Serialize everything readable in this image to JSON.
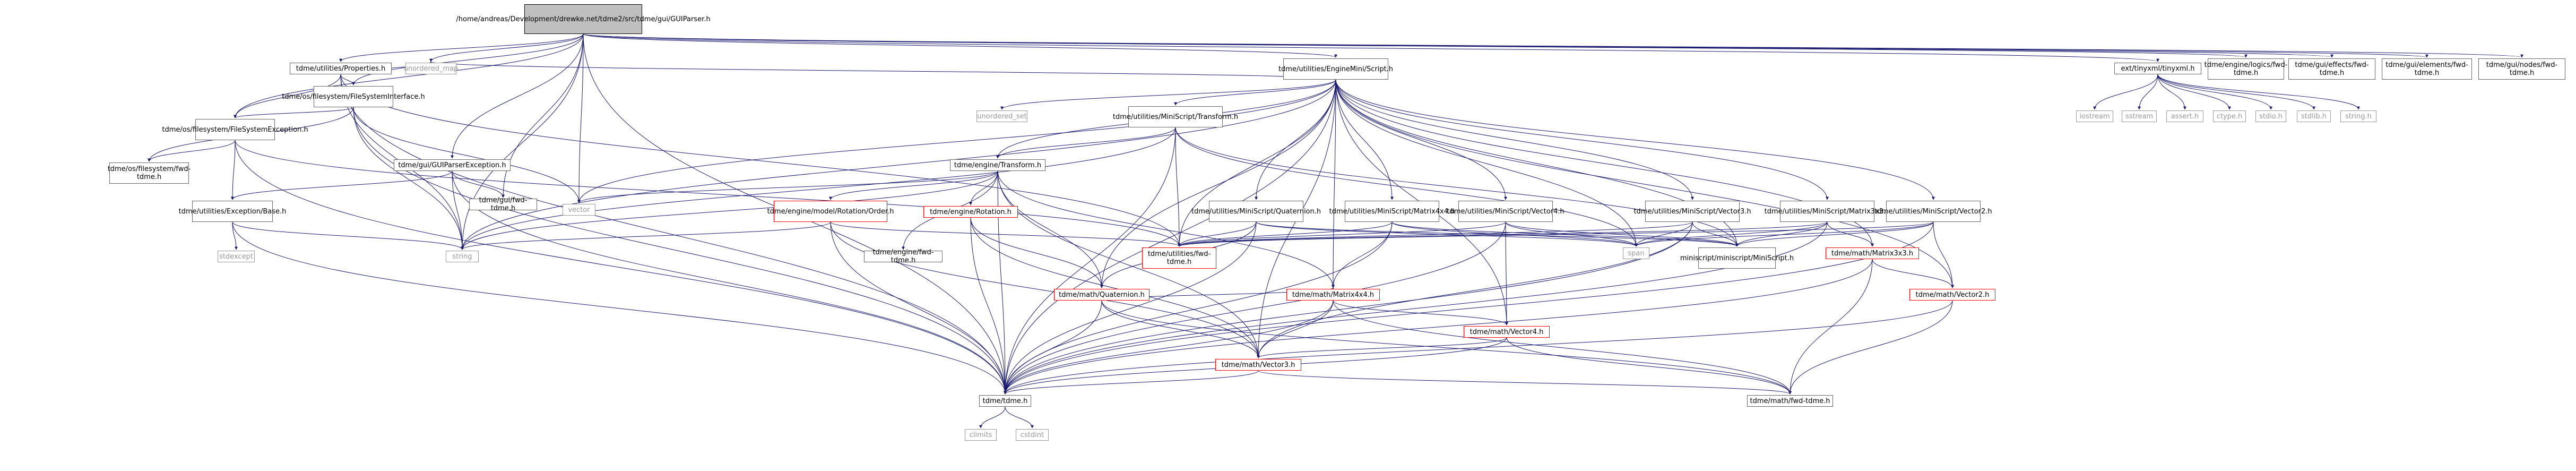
{
  "colors": {
    "edge": "#191970",
    "root_fill": "#bfbfbf",
    "node_border": "#666666",
    "red_border": "#ff0000",
    "grey_text": "#999999"
  },
  "nodes": {
    "root": "/home/andreas/Development/drewke.net/tdme2/src/tdme/gui/GUIParser.h",
    "properties": "tdme/utilities/Properties.h",
    "fs_interface": "tdme/os/filesystem/FileSystemInterface.h",
    "fs_exception": "tdme/os/filesystem/FileSystemException.h",
    "fs_fwd": "tdme/os/filesystem/fwd-tdme.h",
    "unordered_map": "unordered_map",
    "guiparser_exception": "tdme/gui/GUIParserException.h",
    "gui_fwd": "tdme/gui/fwd-tdme.h",
    "exception_base": "tdme/utilities/Exception/Base.h",
    "stdexcept": "stdexcept",
    "string": "string",
    "vector": "vector",
    "engine_mini": "tdme/utilities/EngineMini/Script.h",
    "unordered_set": "unordered_set",
    "ms_transform": "tdme/utilities/MiniScript/Transform.h",
    "engine_transform": "tdme/engine/Transform.h",
    "rotation_order": "tdme/engine/model/Rotation/Order.h",
    "engine_rotation": "tdme/engine/Rotation.h",
    "engine_fwd": "tdme/engine/fwd-tdme.h",
    "ms_quaternion": "tdme/utilities/MiniScript/Quaternion.h",
    "ms_matrix4x4": "tdme/utilities/MiniScript/Matrix4x4.h",
    "ms_vector4": "tdme/utilities/MiniScript/Vector4.h",
    "ms_vector3": "tdme/utilities/MiniScript/Vector3.h",
    "ms_matrix3x3": "tdme/utilities/MiniScript/Matrix3x3.h",
    "ms_vector2": "tdme/utilities/MiniScript/Vector2.h",
    "utilities_fwd": "tdme/utilities/fwd-tdme.h",
    "math_quaternion": "tdme/math/Quaternion.h",
    "math_matrix4x4": "tdme/math/Matrix4x4.h",
    "math_vector4": "tdme/math/Vector4.h",
    "math_vector3": "tdme/math/Vector3.h",
    "math_matrix3x3": "tdme/math/Matrix3x3.h",
    "math_vector2": "tdme/math/Vector2.h",
    "math_fwd": "tdme/math/fwd-tdme.h",
    "span": "span",
    "miniscript": "miniscript/miniscript/MiniScript.h",
    "tdme_h": "tdme/tdme.h",
    "climits": "climits",
    "cstdint": "cstdint",
    "tinyxml": "ext/tinyxml/tinyxml.h",
    "iostream": "iostream",
    "sstream": "sstream",
    "assert": "assert.h",
    "ctype": "ctype.h",
    "stdio": "stdio.h",
    "stdlib": "stdlib.h",
    "string_h": "string.h",
    "logics_fwd": "tdme/engine/logics/fwd-tdme.h",
    "effects_fwd": "tdme/gui/effects/fwd-tdme.h",
    "elements_fwd": "tdme/gui/elements/fwd-tdme.h",
    "nodes_fwd": "tdme/gui/nodes/fwd-tdme.h"
  }
}
